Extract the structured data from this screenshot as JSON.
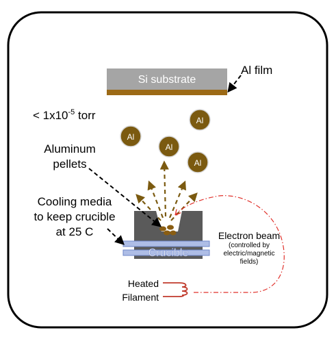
{
  "substrate": {
    "label": "Si substrate",
    "color": "#a5a5a5",
    "film_color": "#9c6a16"
  },
  "film_label": "Al film",
  "pressure": {
    "prefix": "< 1x10",
    "exponent": "-5",
    "unit": " torr"
  },
  "atom": {
    "label": "Al",
    "color": "#7b5a10"
  },
  "pellets_label": {
    "line1": "Aluminum",
    "line2": "pellets"
  },
  "cooling_label": {
    "line1": "Cooling media",
    "line2": "to keep crucible",
    "line3": "at 25 C"
  },
  "crucible": {
    "label": "Crucible",
    "body_color": "#5a5a5a",
    "band_color": "#aebde6"
  },
  "electron_beam": {
    "label": "Electron beam",
    "note_line1": "(controlled by",
    "note_line2": "electric/magnetic",
    "note_line3": "fields)",
    "color": "#e0302a"
  },
  "filament": {
    "line1": "Heated",
    "line2": "Filament",
    "color": "#c0392b"
  }
}
